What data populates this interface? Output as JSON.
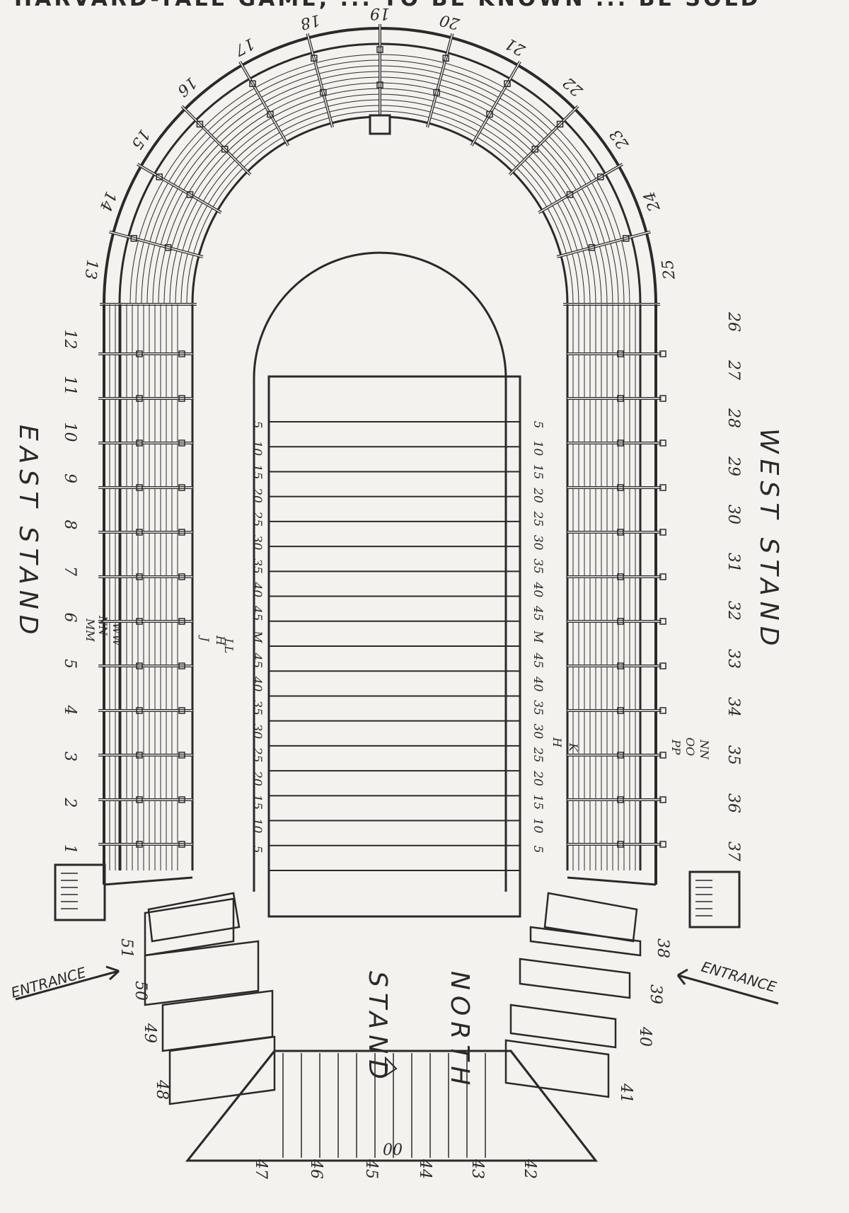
{
  "header_fragment": "HARVARD-YALE GAME, ... TO BE KNOWN ... BE SOLD",
  "stands": {
    "east": "EAST STAND",
    "west": "WEST STAND",
    "north": "NORTH",
    "north_2": "STAND"
  },
  "entrances": {
    "left": "ENTRANCE",
    "right": "ENTRANCE"
  },
  "sections": {
    "east": [
      "1",
      "2",
      "3",
      "4",
      "5",
      "6",
      "7",
      "8",
      "9",
      "10",
      "11",
      "12"
    ],
    "bowl": [
      "13",
      "14",
      "15",
      "16",
      "17",
      "18",
      "19",
      "20",
      "21",
      "22",
      "23",
      "24",
      "25"
    ],
    "west": [
      "26",
      "27",
      "28",
      "29",
      "30",
      "31",
      "32",
      "33",
      "34",
      "35",
      "36",
      "37"
    ],
    "northeast": [
      "38",
      "39",
      "40",
      "41"
    ],
    "north": [
      "42",
      "43",
      "44",
      "45",
      "46",
      "47"
    ],
    "northwest": [
      "48",
      "49",
      "50",
      "51"
    ],
    "center": "00"
  },
  "yard_lines": {
    "left": [
      "5",
      "10",
      "15",
      "20",
      "25",
      "30",
      "35",
      "40",
      "45",
      "M",
      "45",
      "40",
      "35",
      "30",
      "25",
      "20",
      "15",
      "10",
      "5"
    ],
    "right": [
      "5",
      "10",
      "15",
      "20",
      "25",
      "30",
      "35",
      "40",
      "45",
      "M",
      "45",
      "40",
      "35",
      "30",
      "25",
      "20",
      "15",
      "10",
      "5"
    ]
  },
  "row_letters": {
    "east": [
      "WW",
      "NN",
      "MM",
      "LL",
      "H",
      "J"
    ],
    "west": [
      "NN",
      "OO",
      "PP",
      "H",
      "K"
    ]
  },
  "colors": {
    "ink": "#2b2a28",
    "paper": "#f3f2ef"
  }
}
